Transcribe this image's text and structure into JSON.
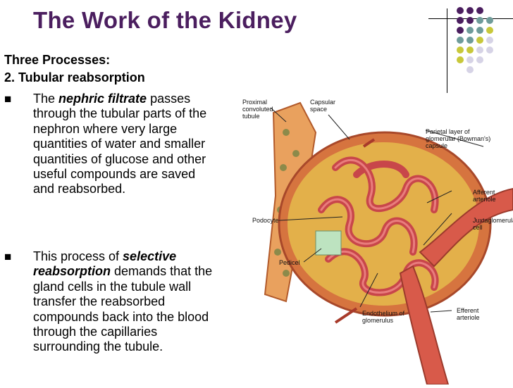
{
  "slide": {
    "title": "The Work of the Kidney",
    "heading1": "Three Processes:",
    "heading2": "2. Tubular reabsorption",
    "bullet1": {
      "pre": "The ",
      "em": "nephric filtrate",
      "post": " passes through the tubular parts of the nephron where very large quantities of water and smaller quantities of glucose and other useful compounds are saved and reabsorbed."
    },
    "bullet2": {
      "pre": "This process of ",
      "em": "selective reabsorption",
      "post": " demands that the gland cells in the tubule wall transfer the reabsorbed compounds back into the blood through the capillaries surrounding the tubule."
    },
    "bullet_glyph": "■"
  },
  "diagram": {
    "labels": {
      "proximal": "Proximal\nconvoluted\ntubule",
      "capsular": "Capsular\nspace",
      "parietal": "Parietal layer of\nglomerular (Bowman's) capsule",
      "afferent": "Afferent\narteriole",
      "podocyte": "Podocyte",
      "juxta": "Juxtaglomerular\ncell",
      "pedicel": "Pedicel",
      "endothelium": "Endothelium of\nglomerulus",
      "efferent": "Efferent\narteriole"
    }
  },
  "decor": {
    "colors": {
      "purple": "#4b1e5f",
      "teal": "#6f9c9a",
      "olive": "#c8c83a",
      "lavender": "#d6d3e6"
    }
  }
}
